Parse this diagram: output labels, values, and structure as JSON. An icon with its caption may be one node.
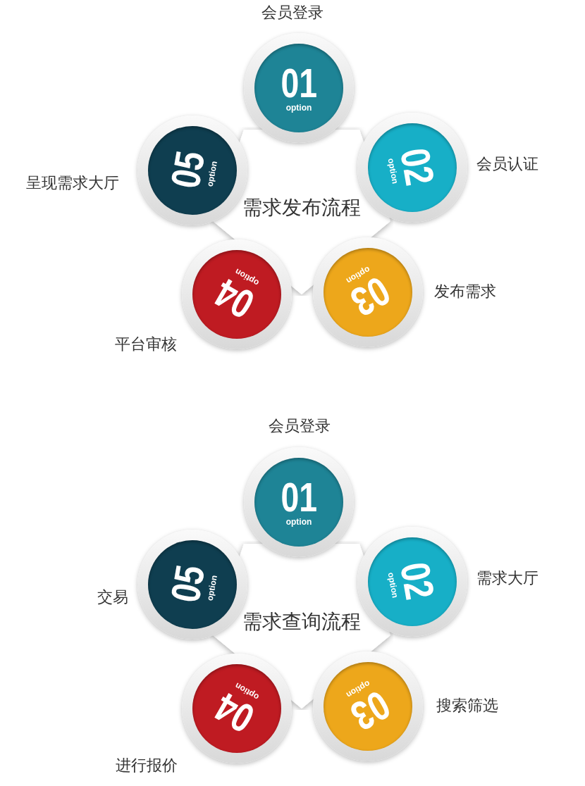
{
  "diagram": {
    "nodes": [
      {
        "text": [
          "需求发布流程"
        ]
      },
      {
        "text": [
          "01",
          "option"
        ],
        "beside": [
          "会员登录"
        ]
      },
      {
        "text": [
          "02",
          "option"
        ],
        "beside": [
          "会员认证"
        ]
      },
      {
        "text": [
          "03",
          "option"
        ],
        "beside": [
          "发布需求"
        ]
      },
      {
        "text": [
          "04",
          "option"
        ],
        "beside": [
          "平台审核"
        ]
      },
      {
        "text": [
          "05",
          "option"
        ],
        "beside": [
          "呈现需求大厅"
        ]
      },
      {
        "text": [
          "需求查询流程"
        ]
      },
      {
        "text": [
          "01",
          "option"
        ],
        "beside": [
          "会员登录"
        ]
      },
      {
        "text": [
          "02",
          "option"
        ],
        "beside": [
          "需求大厅"
        ]
      },
      {
        "text": [
          "03",
          "option"
        ],
        "beside": [
          "搜索筛选"
        ]
      },
      {
        "text": [
          "04",
          "option"
        ],
        "beside": [
          "进行报价"
        ]
      },
      {
        "text": [
          "05",
          "option"
        ],
        "beside": [
          "交易"
        ]
      }
    ],
    "edges": []
  }
}
